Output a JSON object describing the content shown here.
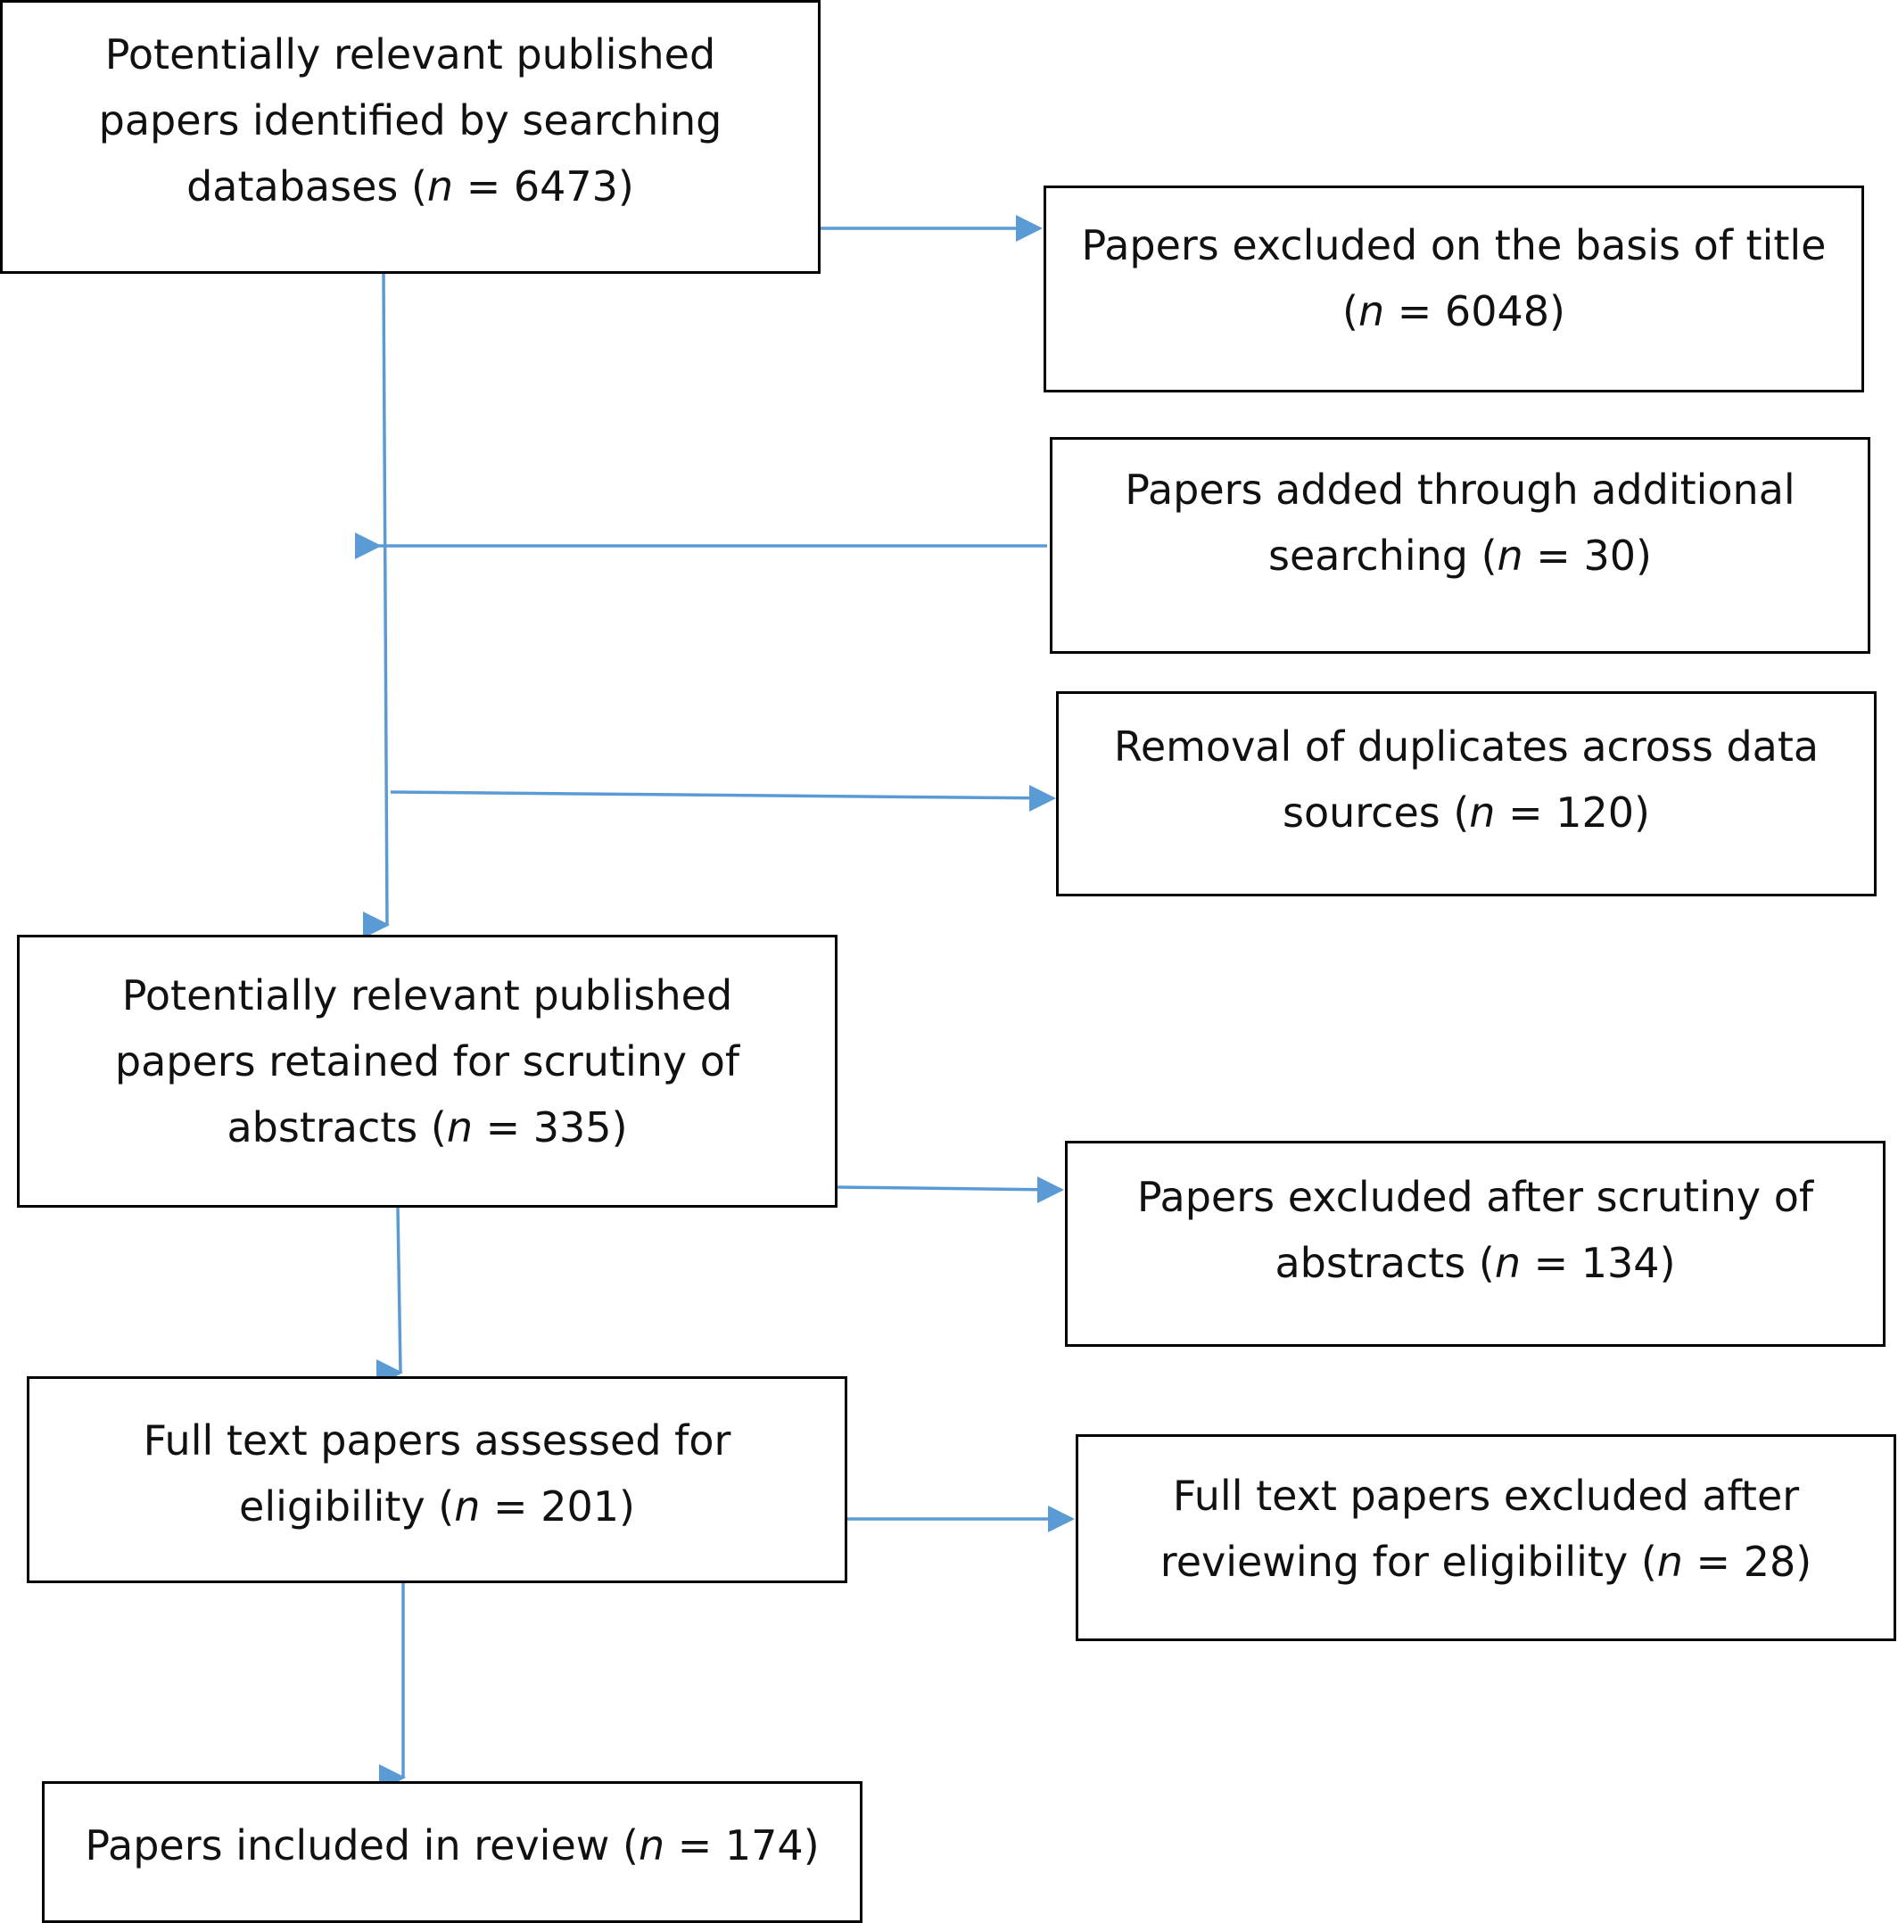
{
  "flowchart": {
    "arrow_color": "#5b9bd5",
    "border_color": "#000000",
    "boxes": [
      {
        "lines": [
          {
            "pre": "Potentially relevant published",
            "n": "",
            "post": ""
          },
          {
            "pre": "papers identified by searching",
            "n": "",
            "post": ""
          },
          {
            "pre": "databases (",
            "n": "n",
            "post": " = 6473)"
          }
        ]
      },
      {
        "lines": [
          {
            "pre": "Papers excluded on the basis of title",
            "n": "",
            "post": ""
          },
          {
            "pre": "(",
            "n": "n",
            "post": " = 6048)"
          }
        ]
      },
      {
        "lines": [
          {
            "pre": "Papers added through additional",
            "n": "",
            "post": ""
          },
          {
            "pre": "searching (",
            "n": "n",
            "post": " = 30)"
          }
        ]
      },
      {
        "lines": [
          {
            "pre": "Removal of duplicates across data",
            "n": "",
            "post": ""
          },
          {
            "pre": "sources (",
            "n": "n",
            "post": " = 120)"
          }
        ]
      },
      {
        "lines": [
          {
            "pre": "Potentially relevant published",
            "n": "",
            "post": ""
          },
          {
            "pre": "papers retained for scrutiny of",
            "n": "",
            "post": ""
          },
          {
            "pre": "abstracts (",
            "n": "n",
            "post": " = 335)"
          }
        ]
      },
      {
        "lines": [
          {
            "pre": "Papers excluded after scrutiny of",
            "n": "",
            "post": ""
          },
          {
            "pre": "abstracts (",
            "n": "n",
            "post": " = 134)"
          }
        ]
      },
      {
        "lines": [
          {
            "pre": "Full text papers assessed for",
            "n": "",
            "post": ""
          },
          {
            "pre": "eligibility (",
            "n": "n",
            "post": " = 201)"
          }
        ]
      },
      {
        "lines": [
          {
            "pre": "Full text papers excluded after",
            "n": "",
            "post": ""
          },
          {
            "pre": "reviewing for eligibility (",
            "n": "n",
            "post": " = 28)"
          }
        ]
      },
      {
        "lines": [
          {
            "pre": "Papers included in review (",
            "n": "n",
            "post": " = 174)"
          }
        ]
      }
    ]
  }
}
